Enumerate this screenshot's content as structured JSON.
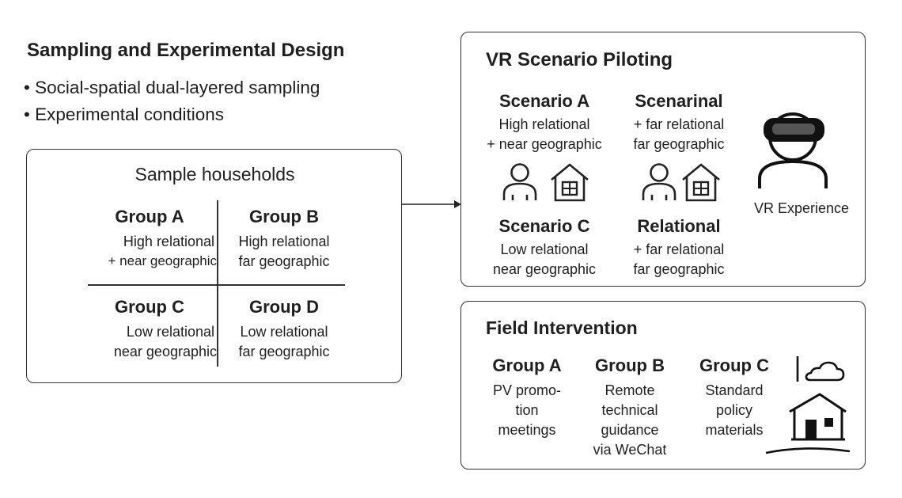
{
  "left": {
    "heading": "Sampling and Experimental Design",
    "bullets": [
      "Social-spatial dual-layered sampling",
      "Experimental conditions"
    ],
    "bullet_mark": "•",
    "panel_title": "Sample households",
    "groups": [
      {
        "name": "Group A",
        "line1": "High relational",
        "line2": "+ near geographic"
      },
      {
        "name": "Group B",
        "line1": "High relational",
        "line2": "far geographic"
      },
      {
        "name": "Group C",
        "line1": "Low relational",
        "line2": "near geographic"
      },
      {
        "name": "Group D",
        "line1": "Low relational",
        "line2": "far geographic"
      }
    ]
  },
  "vr": {
    "title": "VR Scenario Piloting",
    "scenarios": [
      {
        "name": "Scenario A",
        "line1": "High relational",
        "line2": "+ near geographic"
      },
      {
        "name": "Scenarinal",
        "line1": "+ far relational",
        "line2": "far geographic"
      },
      {
        "name": "Scenario C",
        "line1": "Low relational",
        "line2": "near geographic"
      },
      {
        "name": "Relational",
        "line1": "+ far relational",
        "line2": "far geographic"
      }
    ],
    "experience_label": "VR Experience"
  },
  "field": {
    "title": "Field Intervention",
    "groups": [
      {
        "name": "Group A",
        "lines": [
          "PV promo-",
          "tion",
          "meetings"
        ]
      },
      {
        "name": "Group B",
        "lines": [
          "Remote",
          "technical",
          "guidance",
          "via WeChat"
        ]
      },
      {
        "name": "Group C",
        "lines": [
          "Standard",
          "policy",
          "materials"
        ]
      }
    ]
  },
  "icons": [
    "person-icon",
    "house-icon",
    "vr-headset-person-icon",
    "cloud-icon",
    "village-house-icon",
    "arrow-icon"
  ]
}
